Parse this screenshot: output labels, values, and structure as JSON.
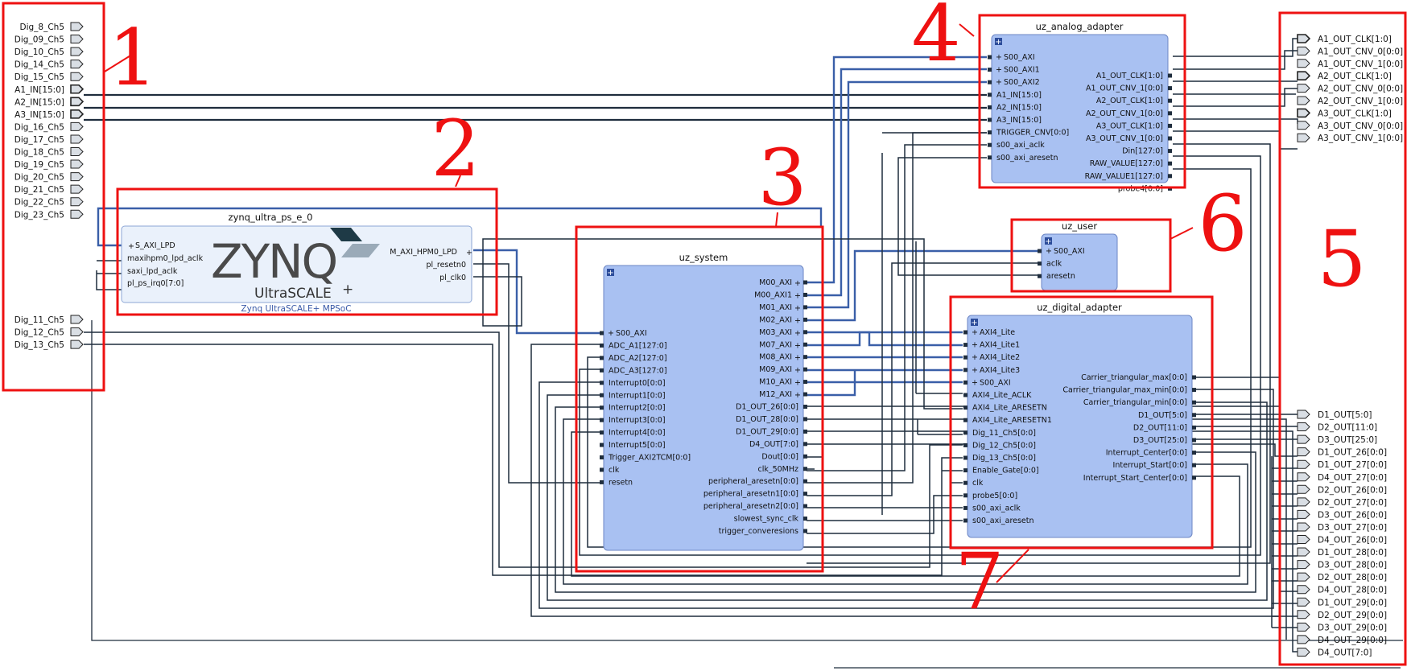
{
  "left_ports": {
    "top": [
      "Dig_8_Ch5",
      "Dig_09_Ch5",
      "Dig_10_Ch5",
      "Dig_14_Ch5",
      "Dig_15_Ch5",
      "A1_IN[15:0]",
      "A2_IN[15:0]",
      "A3_IN[15:0]",
      "Dig_16_Ch5",
      "Dig_17_Ch5",
      "Dig_18_Ch5",
      "Dig_19_Ch5",
      "Dig_20_Ch5",
      "Dig_21_Ch5",
      "Dig_22_Ch5",
      "Dig_23_Ch5"
    ],
    "bottom": [
      "Dig_11_Ch5",
      "Dig_12_Ch5",
      "Dig_13_Ch5"
    ]
  },
  "right_ports": {
    "group1": [
      "A1_OUT_CLK[1:0]",
      "A1_OUT_CNV_0[0:0]",
      "A1_OUT_CNV_1[0:0]",
      "A2_OUT_CLK[1:0]",
      "A2_OUT_CNV_0[0:0]",
      "A2_OUT_CNV_1[0:0]",
      "A3_OUT_CLK[1:0]",
      "A3_OUT_CNV_0[0:0]",
      "A3_OUT_CNV_1[0:0]"
    ],
    "group2": [
      "D1_OUT[5:0]",
      "D2_OUT[11:0]",
      "D3_OUT[25:0]",
      "D1_OUT_26[0:0]",
      "D1_OUT_27[0:0]",
      "D4_OUT_27[0:0]",
      "D2_OUT_26[0:0]",
      "D2_OUT_27[0:0]",
      "D3_OUT_26[0:0]",
      "D3_OUT_27[0:0]",
      "D4_OUT_26[0:0]",
      "D1_OUT_28[0:0]",
      "D3_OUT_28[0:0]",
      "D2_OUT_28[0:0]",
      "D4_OUT_28[0:0]",
      "D1_OUT_29[0:0]",
      "D2_OUT_29[0:0]",
      "D3_OUT_29[0:0]",
      "D4_OUT_29[0:0]",
      "D4_OUT[7:0]"
    ]
  },
  "blocks": {
    "zynq": {
      "title": "zynq_ultra_ps_e_0",
      "left": [
        "S_AXI_LPD",
        "maxihpm0_lpd_aclk",
        "saxi_lpd_aclk",
        "pl_ps_irq0[7:0]"
      ],
      "right": [
        "M_AXI_HPM0_LPD",
        "pl_resetn0",
        "pl_clk0"
      ],
      "logo_word": "ZYNQ",
      "logo_sub": "UltraSCALE",
      "logo_plus": "+",
      "caption": "Zynq UltraSCALE+ MPSoC"
    },
    "system": {
      "title": "uz_system",
      "left": [
        "S00_AXI",
        "ADC_A1[127:0]",
        "ADC_A2[127:0]",
        "ADC_A3[127:0]",
        "Interrupt0[0:0]",
        "Interrupt1[0:0]",
        "Interrupt2[0:0]",
        "Interrupt3[0:0]",
        "Interrupt4[0:0]",
        "Interrupt5[0:0]",
        "Trigger_AXI2TCM[0:0]",
        "clk",
        "resetn"
      ],
      "right": [
        "M00_AXI",
        "M00_AXI1",
        "M01_AXI",
        "M02_AXI",
        "M03_AXI",
        "M07_AXI",
        "M08_AXI",
        "M09_AXI",
        "M10_AXI",
        "M12_AXI",
        "D1_OUT_26[0:0]",
        "D1_OUT_28[0:0]",
        "D1_OUT_29[0:0]",
        "D4_OUT[7:0]",
        "Dout[0:0]",
        "clk_50MHz",
        "peripheral_aresetn[0:0]",
        "peripheral_aresetn1[0:0]",
        "peripheral_aresetn2[0:0]",
        "slowest_sync_clk",
        "trigger_converesions"
      ]
    },
    "analog": {
      "title": "uz_analog_adapter",
      "left": [
        "S00_AXI",
        "S00_AXI1",
        "S00_AXI2",
        "A1_IN[15:0]",
        "A2_IN[15:0]",
        "A3_IN[15:0]",
        "TRIGGER_CNV[0:0]",
        "s00_axi_aclk",
        "s00_axi_aresetn"
      ],
      "right": [
        "A1_OUT_CLK[1:0]",
        "A1_OUT_CNV_1[0:0]",
        "A2_OUT_CLK[1:0]",
        "A2_OUT_CNV_1[0:0]",
        "A3_OUT_CLK[1:0]",
        "A3_OUT_CNV_1[0:0]",
        "Din[127:0]",
        "RAW_VALUE[127:0]",
        "RAW_VALUE1[127:0]",
        "probe4[0:0]"
      ]
    },
    "user": {
      "title": "uz_user",
      "left": [
        "S00_AXI",
        "aclk",
        "aresetn"
      ]
    },
    "digital": {
      "title": "uz_digital_adapter",
      "left": [
        "AXI4_Lite",
        "AXI4_Lite1",
        "AXI4_Lite2",
        "AXI4_Lite3",
        "S00_AXI",
        "AXI4_Lite_ACLK",
        "AXI4_Lite_ARESETN",
        "AXI4_Lite_ARESETN1",
        "Dig_11_Ch5[0:0]",
        "Dig_12_Ch5[0:0]",
        "Dig_13_Ch5[0:0]",
        "Enable_Gate[0:0]",
        "clk",
        "probe5[0:0]",
        "s00_axi_aclk",
        "s00_axi_aresetn"
      ],
      "right": [
        "Carrier_triangular_max[0:0]",
        "Carrier_triangular_max_min[0:0]",
        "Carrier_triangular_min[0:0]",
        "D1_OUT[5:0]",
        "D2_OUT[11:0]",
        "D3_OUT[25:0]",
        "Interrupt_Center[0:0]",
        "Interrupt_Start[0:0]",
        "Interrupt_Start_Center[0:0]"
      ]
    }
  },
  "callouts": [
    "1",
    "2",
    "3",
    "4",
    "5",
    "6",
    "7"
  ],
  "colors": {
    "block_fill": "#a9c1f2",
    "block_stroke": "#6d86c4",
    "zynq_fill": "#eaf1fb",
    "bus_wire": "#3a5fa8",
    "net_wire": "#1f2d3d",
    "callout": "#ee1111"
  }
}
